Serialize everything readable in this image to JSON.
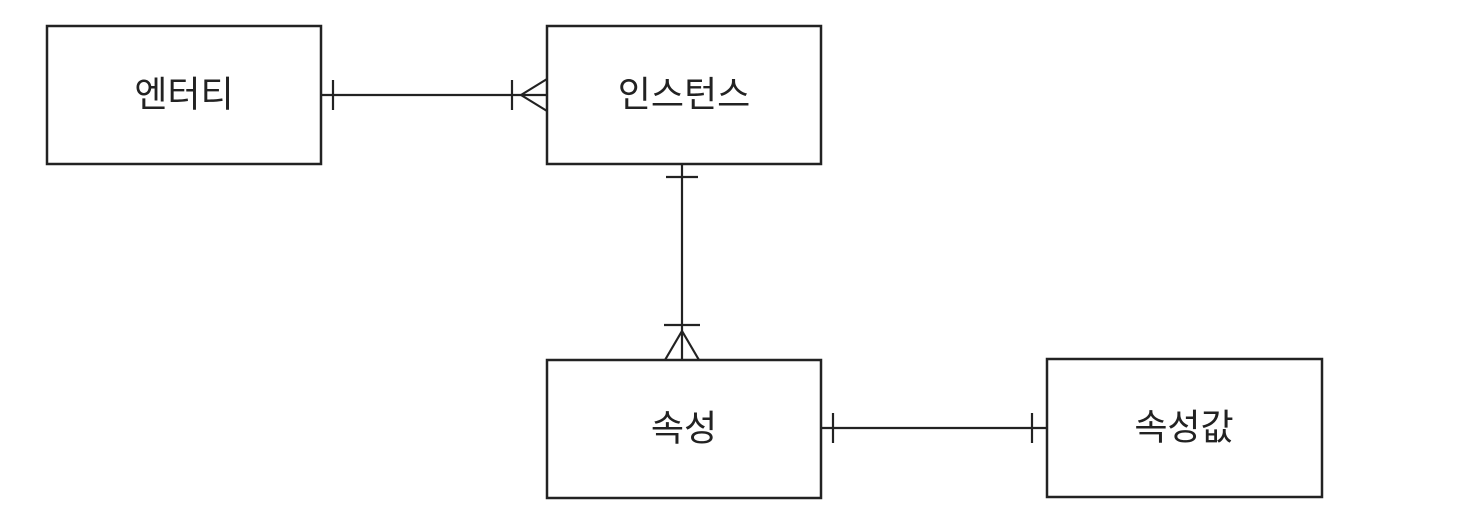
{
  "entities": {
    "entity": {
      "label": "엔터티"
    },
    "instance": {
      "label": "인스턴스"
    },
    "attribute": {
      "label": "속성"
    },
    "attribute_value": {
      "label": "속성값"
    }
  },
  "relationships": [
    {
      "from": "entity",
      "to": "instance",
      "from_cardinality": "one",
      "to_cardinality": "many"
    },
    {
      "from": "instance",
      "to": "attribute",
      "from_cardinality": "one",
      "to_cardinality": "many"
    },
    {
      "from": "attribute",
      "to": "attribute_value",
      "from_cardinality": "one",
      "to_cardinality": "one"
    }
  ],
  "colors": {
    "stroke": "#222222",
    "background": "#ffffff"
  }
}
